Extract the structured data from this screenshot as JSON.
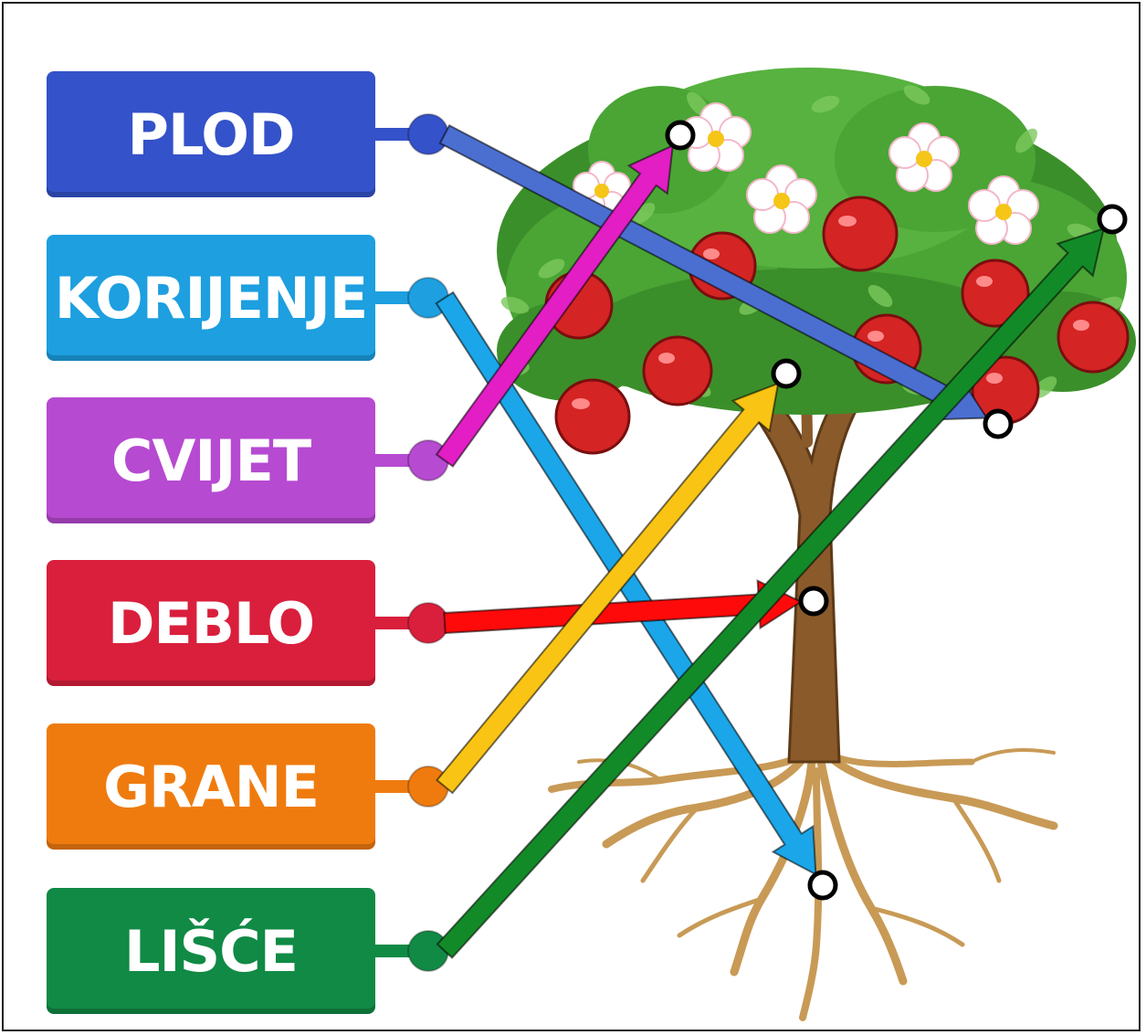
{
  "labels": [
    {
      "key": "plod",
      "text": "PLOD",
      "color": "#3452c9"
    },
    {
      "key": "korijenje",
      "text": "KORIJENJE",
      "color": "#1d9fe0"
    },
    {
      "key": "cvijet",
      "text": "CVIJET",
      "color": "#b64ad1"
    },
    {
      "key": "deblo",
      "text": "DEBLO",
      "color": "#d91f3c"
    },
    {
      "key": "grane",
      "text": "GRANE",
      "color": "#ef7b0e"
    },
    {
      "key": "lisce",
      "text": "LIŠĆE",
      "color": "#108a45"
    }
  ],
  "arrows": [
    {
      "from": "plod",
      "to": "fruit",
      "color": "#4a6fd1"
    },
    {
      "from": "korijenje",
      "to": "root",
      "color": "#1aa6e8"
    },
    {
      "from": "cvijet",
      "to": "flower",
      "color": "#e21ec4"
    },
    {
      "from": "deblo",
      "to": "trunk",
      "color": "#ff0a0a"
    },
    {
      "from": "grane",
      "to": "branch",
      "color": "#f9c414"
    },
    {
      "from": "lisce",
      "to": "leaf",
      "color": "#138a28"
    }
  ]
}
